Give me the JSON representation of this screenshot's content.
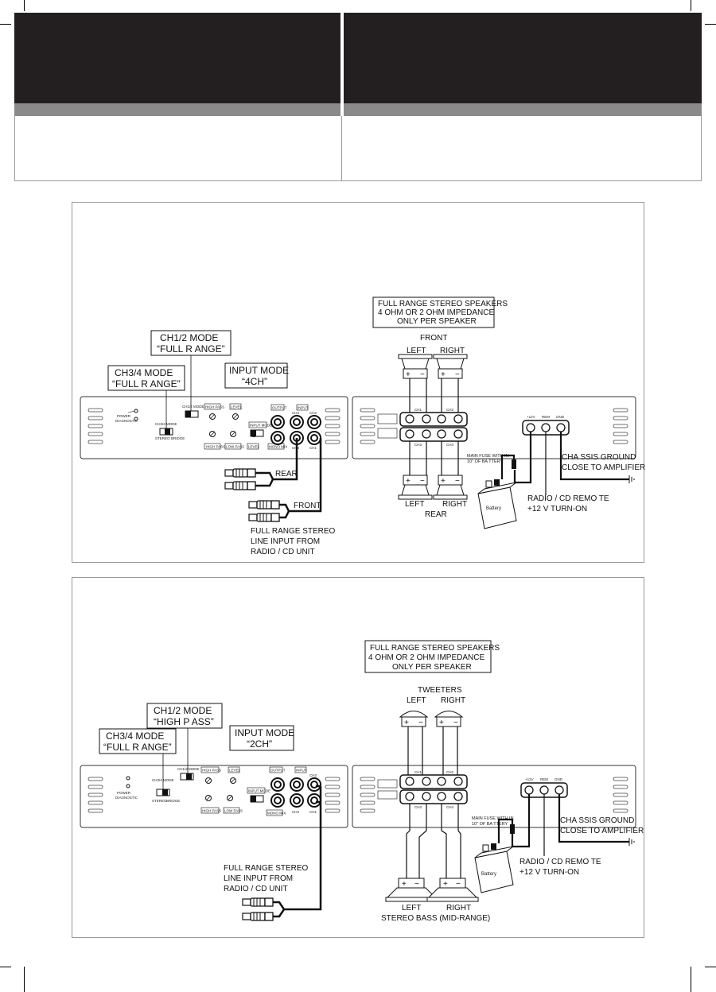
{
  "diagram1": {
    "speaker_box": [
      "FULL RANGE STEREO SPEAKERS",
      "4 OHM OR 2 OHM IMPEDANCE",
      "ONLY PER SPEAKER"
    ],
    "front_label": "FRONT",
    "top_left": "LEFT",
    "top_right": "RIGHT",
    "ch12_mode": [
      "CH1/2 MODE",
      "“FULL R ANGE”"
    ],
    "ch34_mode": [
      "CH3/4 MODE",
      "“FULL R ANGE”"
    ],
    "input_mode": [
      "INPUT MODE",
      "“4CH”"
    ],
    "rear_cable": "REAR",
    "front_cable": "FRONT",
    "line_input": [
      "FULL RANGE STEREO",
      "LINE INPUT FROM",
      "RADIO / CD UNIT"
    ],
    "bottom_left": "LEFT",
    "bottom_right": "RIGHT",
    "bottom_label": "REAR",
    "fuse": [
      "MAIN FUSE WITH IN",
      "10\" OF BA TTERY"
    ],
    "battery": "Battery",
    "chassis": [
      "CHA SSIS GROUND",
      "CLOSE TO AMPLIFIER"
    ],
    "remote": [
      "RADIO / CD REMO  TE",
      "+12 V TURN-ON"
    ]
  },
  "diagram2": {
    "speaker_box": [
      "FULL RANGE STEREO SPEAKERS",
      "4 OHM OR 2 OHM IMPEDANCE",
      "ONLY PER SPEAKER"
    ],
    "front_label": "TWEETERS",
    "top_left": "LEFT",
    "top_right": "RIGHT",
    "ch12_mode": [
      "CH1/2 MODE",
      "“HIGH P ASS”"
    ],
    "ch34_mode": [
      "CH3/4 MODE",
      "“FULL R ANGE”"
    ],
    "input_mode": [
      "INPUT MODE",
      "“2CH”"
    ],
    "line_input": [
      "FULL RANGE STEREO",
      "LINE INPUT FROM",
      "RADIO / CD UNIT"
    ],
    "bottom_left": "LEFT",
    "bottom_right": "RIGHT",
    "bottom_label": "STEREO BASS (MID-RANGE)",
    "fuse": [
      "MAIN FUSE WITH IN",
      "10\" OF BA TTERY"
    ],
    "battery": "Battery",
    "chassis": [
      "CHA SSIS GROUND",
      "CLOSE TO AMPLIFIER"
    ],
    "remote": [
      "RADIO / CD REMO  TE",
      "+12 V TURN-ON"
    ]
  },
  "amp_labels": {
    "power": [
      "POWER",
      "DIAGNOSTIC"
    ],
    "ch_mode": "CH3/4 MODE",
    "ch12_mode": "CH1/2 MODE",
    "high_pass": "HIGH PASS",
    "low_pass": "LOW PASS",
    "level": "LEVEL",
    "output": "OUTPUT",
    "input": "INPUT",
    "input_mode": "INPUT MODE",
    "mono_mix": "MONO MIX",
    "ch1": "CH1",
    "ch2": "CH2",
    "ch3": "CH3",
    "ch4": "CH4",
    "plus12v": "+12V",
    "rem": "REM",
    "gnd": "GND",
    "stereo": "STEREO",
    "bridge": "BRIDGE"
  }
}
